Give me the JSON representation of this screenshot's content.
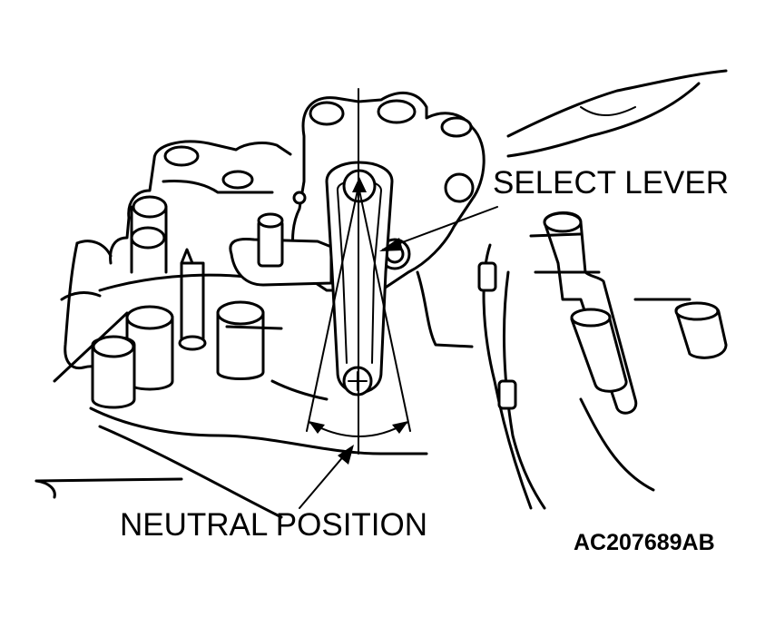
{
  "labels": {
    "select_lever": "SELECT LEVER",
    "neutral_position": "NEUTRAL POSITION",
    "figure_code": "AC207689AB"
  }
}
